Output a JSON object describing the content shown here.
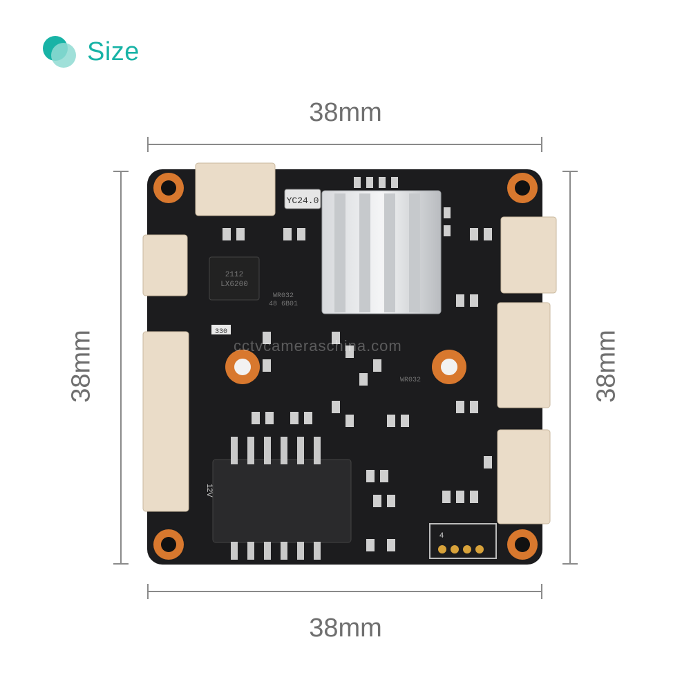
{
  "header": {
    "title": "Size"
  },
  "dimensions": {
    "top": "38mm",
    "bottom": "38mm",
    "left": "38mm",
    "right": "38mm"
  },
  "board": {
    "crystal_label": "YC24.0",
    "voltage_label": "12V",
    "watermark": "cctvcameraschina.com",
    "chip_labels": [
      "2112",
      "LX6200",
      "WR032",
      "48 6B01",
      "WR032"
    ],
    "resistor_label": "330",
    "pin_marker": "4"
  },
  "colors": {
    "accent": "#18b3a6",
    "pcb": "#1c1c1e",
    "copper": "#d8782e",
    "connector": "#eadcc8"
  }
}
